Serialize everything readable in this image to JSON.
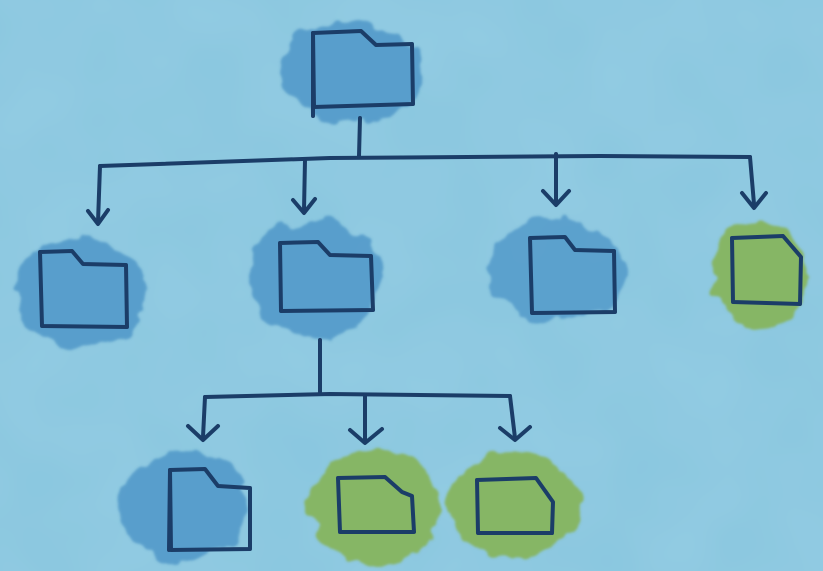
{
  "palette": {
    "background": "#8fcbe2",
    "ink": "#1b3d68",
    "folder_wash": "#4f97c8",
    "file_wash": "#86b45a"
  },
  "tree": {
    "root": {
      "kind": "folder",
      "icon": "folder-icon"
    },
    "level1": [
      {
        "kind": "folder",
        "icon": "folder-icon"
      },
      {
        "kind": "folder",
        "icon": "folder-icon"
      },
      {
        "kind": "folder",
        "icon": "folder-icon"
      },
      {
        "kind": "file",
        "icon": "file-icon"
      }
    ],
    "level2": [
      {
        "kind": "file",
        "icon": "file-icon"
      },
      {
        "kind": "file",
        "icon": "file-icon"
      },
      {
        "kind": "file",
        "icon": "file-icon"
      }
    ]
  }
}
